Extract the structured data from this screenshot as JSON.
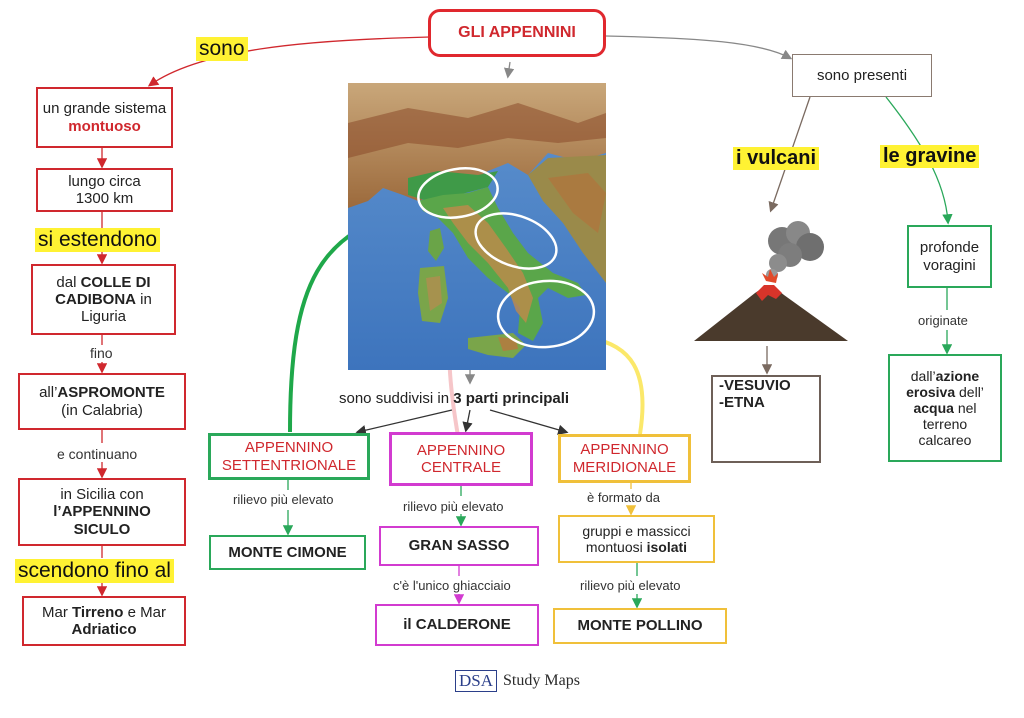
{
  "title": "GLI APPENNINI",
  "left": {
    "link_sono": "sono",
    "b1": {
      "pre": "un grande sistema ",
      "strong": "montuoso"
    },
    "b2": "lungo circa 1300 km",
    "link_estendono": "si estendono",
    "b3": {
      "pre": "dal ",
      "strong": "COLLE DI CADIBONA",
      "post": " in Liguria"
    },
    "link_fino": "fino",
    "b4": {
      "pre": "all’",
      "strong": "ASPROMONTE",
      "post": "(in Calabria)"
    },
    "link_continuano": "e continuano",
    "b5": {
      "pre": "in Sicilia con ",
      "strong": "l’APPENNINO SICULO"
    },
    "link_scendono": "scendono fino al",
    "b6": {
      "pre": "Mar ",
      "strong1": "Tirreno",
      "mid": " e Mar ",
      "strong2": "Adriatico"
    }
  },
  "center": {
    "subdivided": {
      "pre": "sono suddivisi in ",
      "strong": "3 parti principali"
    },
    "north": {
      "title": "APPENNINO SETTENTRIONALE",
      "link": "rilievo più elevato",
      "peak": "MONTE CIMONE"
    },
    "central": {
      "title": "APPENNINO CENTRALE",
      "link": "rilievo più elevato",
      "peak": "GRAN SASSO",
      "link2": "c'è l'unico ghiacciaio",
      "glacier": "il CALDERONE"
    },
    "south": {
      "title": "APPENNINO MERIDIONALE",
      "link": "è formato da",
      "groups": {
        "pre": "gruppi e massicci montuosi ",
        "strong": "isolati"
      },
      "link2": "rilievo più elevato",
      "peak": "MONTE POLLINO"
    }
  },
  "right": {
    "presenti": "sono presenti",
    "vulcani": "i vulcani",
    "gravine": "le gravine",
    "volcano_list": [
      "-VESUVIO",
      "-ETNA"
    ],
    "voragini": "profonde voragini",
    "link_originate": "originate",
    "origin": {
      "pre": "dall’",
      "s1": "azione erosiva",
      "m1": " dell’ ",
      "s2": "acqua",
      "post": " nel terreno calcareo"
    }
  },
  "footer": {
    "badge": "DSA",
    "text": "Study Maps"
  },
  "colors": {
    "red": "#d0282e",
    "green": "#2aa85a",
    "magenta": "#d23bd0",
    "gold": "#f0c03a",
    "highlight": "#fff233"
  }
}
